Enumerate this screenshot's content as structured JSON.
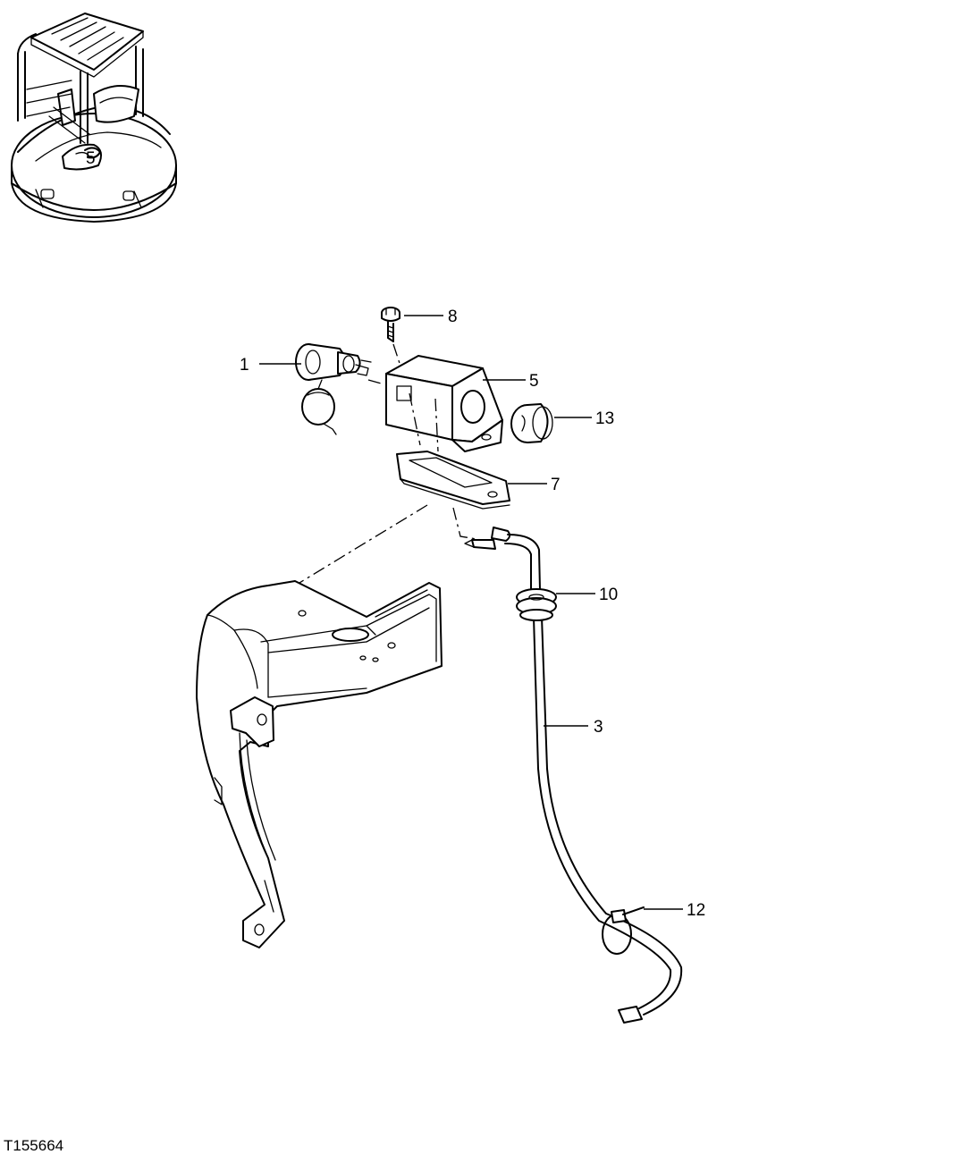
{
  "figure_id": "T155664",
  "callouts": {
    "c1": "1",
    "c3": "3",
    "c5": "5",
    "c7": "7",
    "c8": "8",
    "c10": "10",
    "c12": "12",
    "c13": "13"
  }
}
